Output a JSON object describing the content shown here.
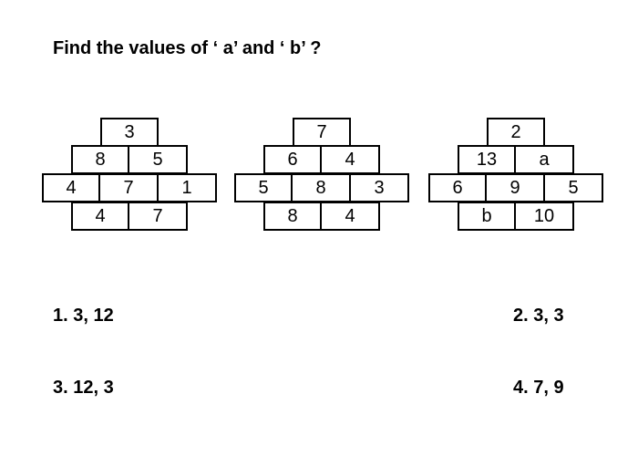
{
  "question": "Find the values of ‘ a’ and ‘ b’ ?",
  "puzzles": [
    {
      "top": "3",
      "row2": [
        "8",
        "5"
      ],
      "row3": [
        "4",
        "7",
        "1"
      ],
      "row4": [
        "4",
        "7"
      ]
    },
    {
      "top": "7",
      "row2": [
        "6",
        "4"
      ],
      "row3": [
        "5",
        "8",
        "3"
      ],
      "row4": [
        "8",
        "4"
      ]
    },
    {
      "top": "2",
      "row2": [
        "13",
        "a"
      ],
      "row3": [
        "6",
        "9",
        "5"
      ],
      "row4": [
        "b",
        "10"
      ]
    }
  ],
  "options": [
    "1. 3, 12",
    "2. 3, 3",
    "3. 12, 3",
    "4. 7, 9"
  ]
}
